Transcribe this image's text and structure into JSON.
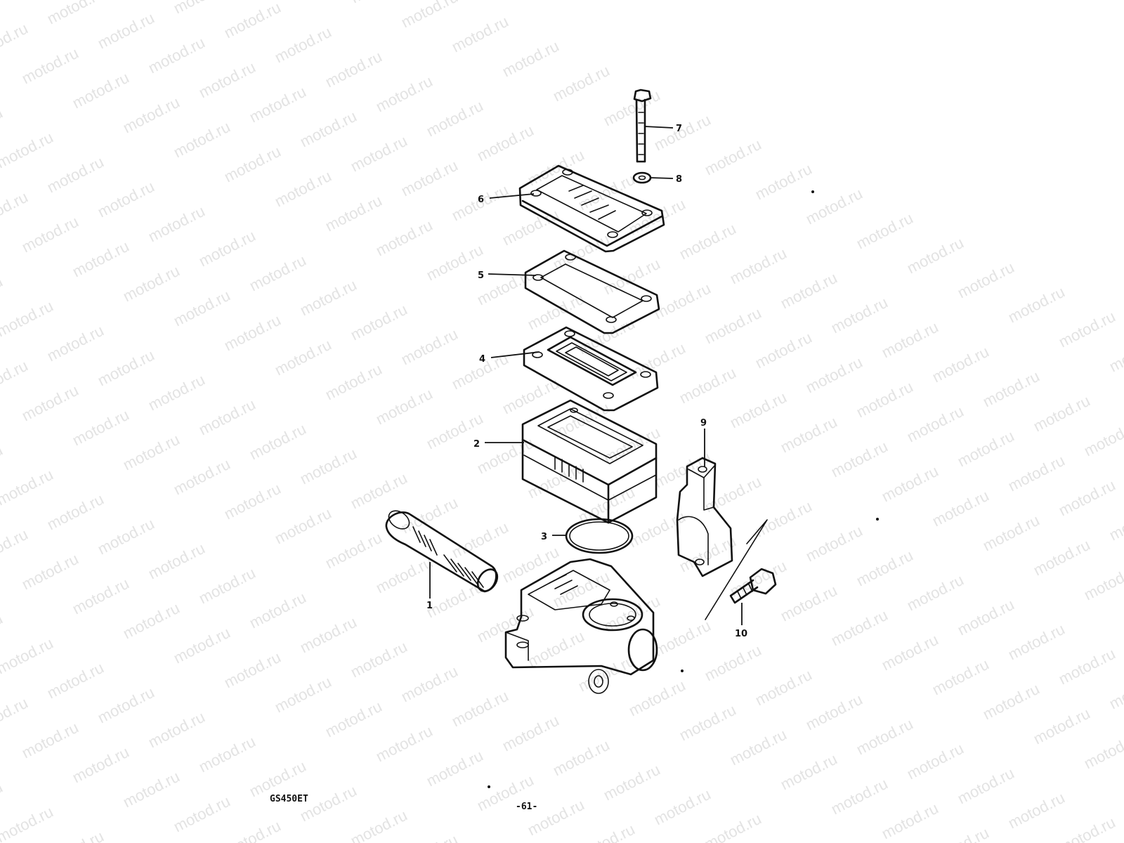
{
  "watermark": {
    "text": "motod.ru"
  },
  "callouts": {
    "c1": "1",
    "c2": "2",
    "c3": "3",
    "c4": "4",
    "c5": "5",
    "c6": "6",
    "c7": "7",
    "c8": "8",
    "c9": "9",
    "c10": "10"
  },
  "footer": {
    "model": "GS450ET",
    "page_number": "-61-"
  }
}
